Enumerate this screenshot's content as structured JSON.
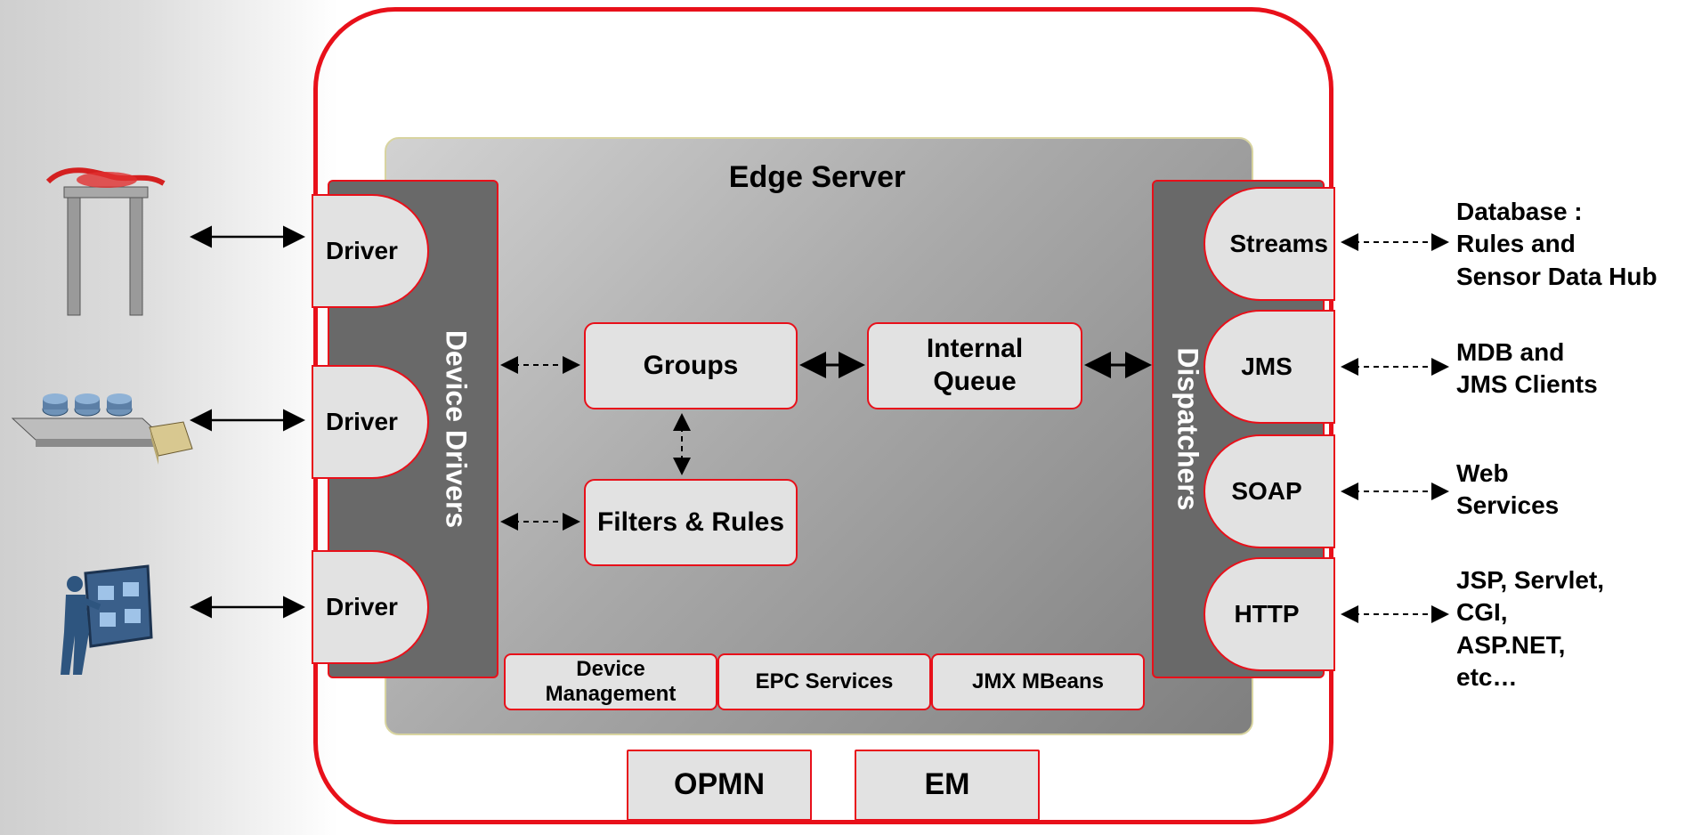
{
  "server": {
    "title": "Edge Server"
  },
  "device_drivers": {
    "label": "Device Drivers",
    "drivers": [
      "Driver",
      "Driver",
      "Driver"
    ]
  },
  "dispatchers": {
    "label": "Dispatchers",
    "items": [
      "Streams",
      "JMS",
      "SOAP",
      "HTTP"
    ]
  },
  "core": {
    "groups": "Groups",
    "internal_queue": [
      "Internal",
      "Queue"
    ],
    "filters_rules": "Filters & Rules"
  },
  "services": {
    "device_management": [
      "Device",
      "Management"
    ],
    "epc": "EPC Services",
    "jmx": "JMX MBeans"
  },
  "bottom": {
    "opmn": "OPMN",
    "em": "EM"
  },
  "external": {
    "database": [
      "Database :",
      "Rules and",
      "Sensor Data Hub"
    ],
    "mdb": [
      "MDB and",
      "JMS Clients"
    ],
    "web": [
      "Web",
      "Services"
    ],
    "jsp": [
      "JSP, Servlet,",
      "CGI,",
      "ASP.NET,",
      "etc…"
    ]
  },
  "devices": [
    "rfid-portal-reader-icon",
    "conveyor-belt-icon",
    "handheld-display-person-icon"
  ],
  "colors": {
    "accent_red": "#e8101a",
    "panel_gray": "#696969",
    "box_fill": "#e2e2e2"
  }
}
